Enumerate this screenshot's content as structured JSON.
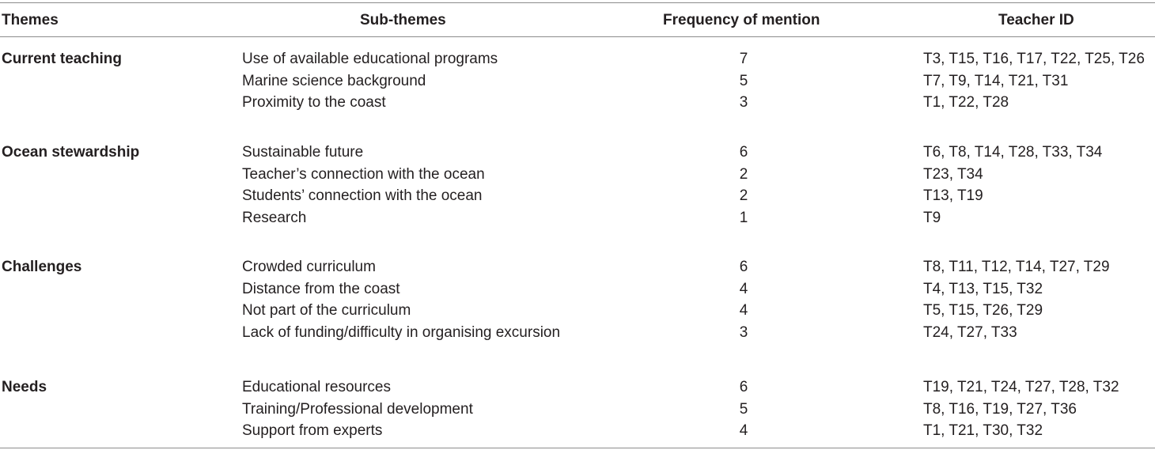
{
  "headers": {
    "themes": "Themes",
    "sub_themes": "Sub-themes",
    "frequency": "Frequency of mention",
    "teacher_id": "Teacher ID"
  },
  "groups": [
    {
      "theme": "Current teaching",
      "rows": [
        {
          "sub": "Use of available educational programs",
          "freq": "7",
          "ids": "T3, T15, T16, T17, T22, T25, T26"
        },
        {
          "sub": "Marine science background",
          "freq": "5",
          "ids": "T7, T9, T14, T21, T31"
        },
        {
          "sub": "Proximity to the coast",
          "freq": "3",
          "ids": "T1, T22, T28"
        }
      ]
    },
    {
      "theme": "Ocean stewardship",
      "rows": [
        {
          "sub": "Sustainable future",
          "freq": "6",
          "ids": "T6, T8, T14, T28, T33, T34"
        },
        {
          "sub": "Teacher’s connection with the ocean",
          "freq": "2",
          "ids": "T23, T34"
        },
        {
          "sub": "Students’ connection with the ocean",
          "freq": "2",
          "ids": "T13, T19"
        },
        {
          "sub": "Research",
          "freq": "1",
          "ids": "T9"
        }
      ]
    },
    {
      "theme": "Challenges",
      "rows": [
        {
          "sub": "Crowded curriculum",
          "freq": "6",
          "ids": "T8, T11, T12, T14, T27, T29"
        },
        {
          "sub": "Distance from the coast",
          "freq": "4",
          "ids": "T4, T13, T15, T32"
        },
        {
          "sub": "Not part of the curriculum",
          "freq": "4",
          "ids": "T5, T15, T26, T29"
        },
        {
          "sub": "Lack of funding/difficulty in organising excursion",
          "freq": "3",
          "ids": "T24, T27, T33"
        }
      ]
    },
    {
      "theme": "Needs",
      "rows": [
        {
          "sub": "Educational resources",
          "freq": "6",
          "ids": "T19, T21, T24, T27, T28, T32"
        },
        {
          "sub": "Training/Professional development",
          "freq": "5",
          "ids": "T8, T16, T19, T27, T36"
        },
        {
          "sub": "Support from experts",
          "freq": "4",
          "ids": "T1, T21, T30, T32"
        }
      ]
    }
  ]
}
